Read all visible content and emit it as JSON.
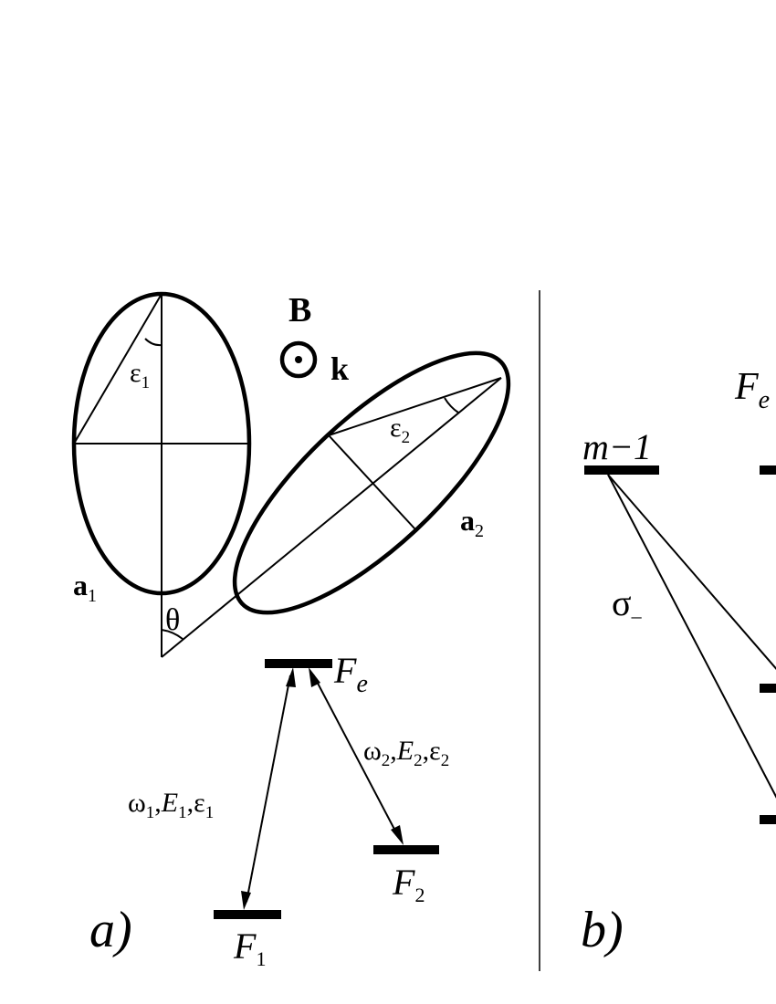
{
  "panel_a": {
    "label": "a)",
    "field_B": "B",
    "wave_k": "k",
    "ellipse1_vector": "a",
    "ellipse1_vector_sub": "1",
    "ellipse1_eps": "ε",
    "ellipse1_eps_sub": "1",
    "ellipse2_vector": "a",
    "ellipse2_vector_sub": "2",
    "ellipse2_eps": "ε",
    "ellipse2_eps_sub": "2",
    "angle": "θ",
    "excited_level": "F",
    "excited_level_sub": "e",
    "ground1_level": "F",
    "ground1_level_sub": "1",
    "ground2_level": "F",
    "ground2_level_sub": "2",
    "transition1": {
      "omega": "ω",
      "omega_sub": "1",
      "E": "E",
      "E_sub": "1",
      "eps": "ε",
      "eps_sub": "1",
      "sep": ","
    },
    "transition2": {
      "omega": "ω",
      "omega_sub": "2",
      "E": "E",
      "E_sub": "2",
      "eps": "ε",
      "eps_sub": "2",
      "sep": ","
    }
  },
  "panel_b": {
    "label": "b)",
    "excited_level": "F",
    "excited_level_sub": "e",
    "level_m": "m−1",
    "sigma": "σ",
    "sigma_sub": "–"
  },
  "colors": {
    "ink": "#000000",
    "background": "#ffffff"
  }
}
